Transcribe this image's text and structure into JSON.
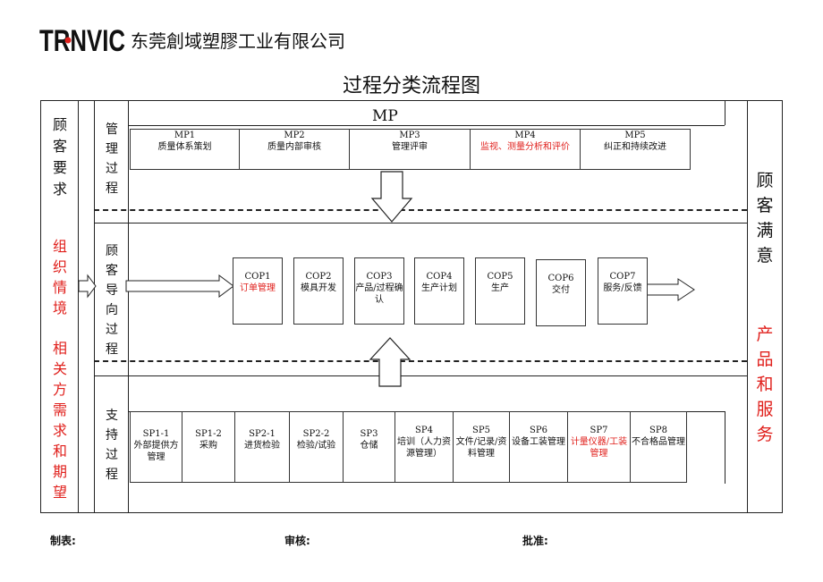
{
  "header": {
    "logo_text": "TRNVIC",
    "company_name": "东莞創域塑膠工业有限公司"
  },
  "document": {
    "title": "过程分类流程图"
  },
  "left_column": {
    "customer_req": [
      "顾",
      "客",
      "要",
      "求"
    ],
    "org_env": [
      "组",
      "织",
      "情",
      "境"
    ],
    "stakeholder_needs": [
      "相",
      "关",
      "方",
      "需",
      "求",
      "和",
      "期",
      "望"
    ]
  },
  "right_column": {
    "customer_sat": [
      "顾",
      "客",
      "满",
      "意"
    ],
    "products_services": [
      "产",
      "品",
      "和",
      "服",
      "务"
    ]
  },
  "rows": {
    "management": [
      "管",
      "理",
      "过",
      "程"
    ],
    "customer_oriented": [
      "顾",
      "客",
      "导",
      "向",
      "过",
      "程"
    ],
    "support": [
      "支",
      "持",
      "过",
      "程"
    ]
  },
  "mp": {
    "heading": "MP",
    "items": [
      {
        "code": "MP1",
        "label": "质量体系策划",
        "red": false
      },
      {
        "code": "MP2",
        "label": "质量内部审核",
        "red": false
      },
      {
        "code": "MP3",
        "label": "管理评审",
        "red": false
      },
      {
        "code": "MP4",
        "label": "监视、测量分析和评价",
        "red": true
      },
      {
        "code": "MP5",
        "label": "纠正和持续改进",
        "red": false
      }
    ]
  },
  "cop": {
    "items": [
      {
        "code": "COP1",
        "label": "订单管理",
        "red": true
      },
      {
        "code": "COP2",
        "label": "模具开发",
        "red": false
      },
      {
        "code": "COP3",
        "label": "产品/过程确认",
        "red": false
      },
      {
        "code": "COP4",
        "label": "生产计划",
        "red": false
      },
      {
        "code": "COP5",
        "label": "生产",
        "red": false
      },
      {
        "code": "COP6",
        "label": "交付",
        "red": false
      },
      {
        "code": "COP7",
        "label": "服务/反馈",
        "red": false
      }
    ]
  },
  "sp": {
    "items": [
      {
        "code": "SP1-1",
        "label": "外部提供方管理",
        "red": false
      },
      {
        "code": "SP1-2",
        "label": "采购",
        "red": false
      },
      {
        "code": "SP2-1",
        "label": "进货检验",
        "red": false
      },
      {
        "code": "SP2-2",
        "label": "检验/试验",
        "red": false
      },
      {
        "code": "SP3",
        "label": "仓储",
        "red": false
      },
      {
        "code": "SP4",
        "label": "培训（人力资源管理）",
        "red": false
      },
      {
        "code": "SP5",
        "label": "文件/记录/资料管理",
        "red": false
      },
      {
        "code": "SP6",
        "label": "设备工装管理",
        "red": false
      },
      {
        "code": "SP7",
        "label": "计量仪器/工装管理",
        "red": true
      },
      {
        "code": "SP8",
        "label": "不合格品管理",
        "red": false
      }
    ]
  },
  "footer": {
    "maker": "制表:",
    "reviewer": "审核:",
    "approver": "批准:"
  },
  "colors": {
    "accent_red": "#e0201c",
    "line": "#222222"
  }
}
